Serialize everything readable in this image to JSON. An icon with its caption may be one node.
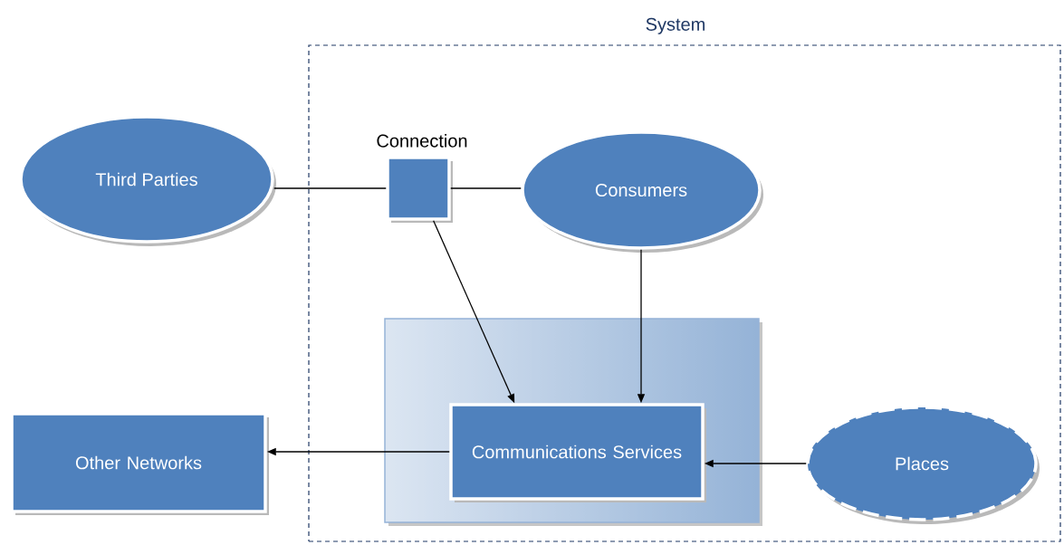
{
  "diagram": {
    "nodes": [
      {
        "text": [
          "System"
        ]
      },
      {
        "text": [
          "Third Parties"
        ]
      },
      {
        "text": [
          "Connection"
        ],
        "in": 0
      },
      {
        "text": [
          "Consumers"
        ],
        "in": 0
      },
      {
        "text": [],
        "shape": "box",
        "in": 0
      },
      {
        "text": [
          "Communications Services"
        ],
        "in": 4
      },
      {
        "text": [
          "Other Networks"
        ]
      },
      {
        "text": [
          "Places"
        ],
        "in": 0
      }
    ],
    "edges": [
      {
        "from": 1,
        "to": 2,
        "arrow": "none"
      },
      {
        "from": 2,
        "to": 3,
        "arrow": "none"
      },
      {
        "from": 2,
        "to": 5,
        "arrow": "to"
      },
      {
        "from": 3,
        "to": 5,
        "arrow": "to"
      },
      {
        "from": 5,
        "to": 6,
        "arrow": "to"
      },
      {
        "from": 7,
        "to": 5,
        "arrow": "to"
      }
    ]
  }
}
